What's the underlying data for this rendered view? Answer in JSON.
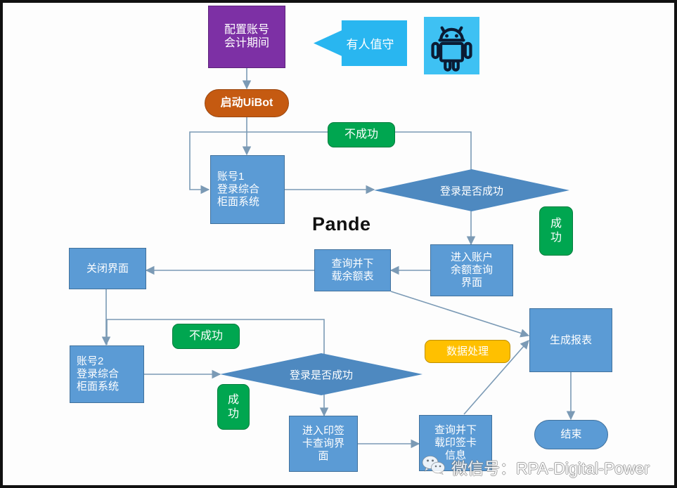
{
  "diagram": {
    "title_label": "Pande",
    "nodes": {
      "config": "配置账号\n会计期间",
      "attended_arrow": "有人值守",
      "android_icon": "android-robot-icon",
      "start": "启动UiBot",
      "fail_top": "不成功",
      "account1": "账号1\n登录综合\n柜面系统",
      "decision_top": "登录是否成功",
      "success_top": "成\n功",
      "enter_balance": "进入账户\n余额查询\n界面",
      "query_balance": "查询并下\n载余额表",
      "close_ui": "关闭界面",
      "fail_bottom": "不成功",
      "account2": "账号2\n登录综合\n柜面系统",
      "decision_bottom": "登录是否成功",
      "success_bottom": "成\n功",
      "enter_seal": "进入印签\n卡查询界\n面",
      "query_seal": "查询并下\n载印签卡\n信息",
      "data_process": "数据处理",
      "generate_report": "生成报表",
      "end": "结束"
    },
    "watermark": {
      "icon": "wechat-icon",
      "text": "微信号：RPA-Digital-Power"
    },
    "colors": {
      "process_fill": "#5B9BD5",
      "process_stroke": "#41719C",
      "decision_fill": "#4E89C0",
      "config_fill": "#7D30A5",
      "start_fill": "#C55A11",
      "green_fill": "#00A650",
      "yellow_fill": "#FFC000",
      "cyan_fill": "#29B6F0",
      "connector": "#7B9AB5"
    }
  }
}
